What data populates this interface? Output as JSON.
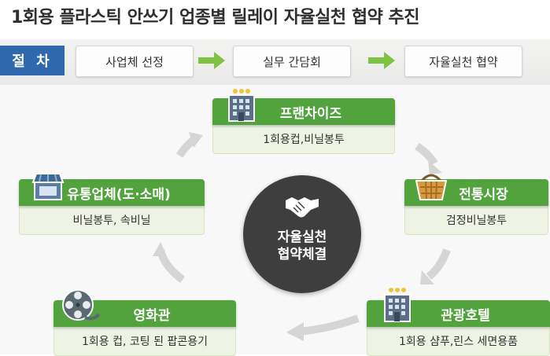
{
  "title": "1회용 플라스틱 안쓰기 업종별 릴레이 자율실천 협약 추진",
  "procedure": {
    "label": "절 차",
    "steps": [
      "사업체 선정",
      "실무 간담회",
      "자율실천 협약"
    ]
  },
  "center": {
    "line1": "자율실천",
    "line2": "협약체결",
    "icon": "handshake-icon"
  },
  "nodes": {
    "franchise": {
      "title": "프랜차이즈",
      "items": "1회용컵,비닐봉투",
      "icon": "building-icon"
    },
    "market": {
      "title": "전통시장",
      "items": "검정비닐봉투",
      "icon": "basket-icon"
    },
    "hotel": {
      "title": "관광호텔",
      "items": "1회용 샴푸,린스 세면용품",
      "icon": "hotel-icon"
    },
    "cinema": {
      "title": "영화관",
      "items": "1회용 컵, 코팅 된 팝콘용기",
      "icon": "film-reel-icon"
    },
    "retail": {
      "title": "유통업체(도·소매)",
      "items": "비닐봉투, 속비닐",
      "icon": "store-icon"
    }
  },
  "colors": {
    "green": "#52a33d",
    "blue": "#2f68ad",
    "arrow_green": "#7fc241",
    "dark": "#3e3e3e"
  }
}
